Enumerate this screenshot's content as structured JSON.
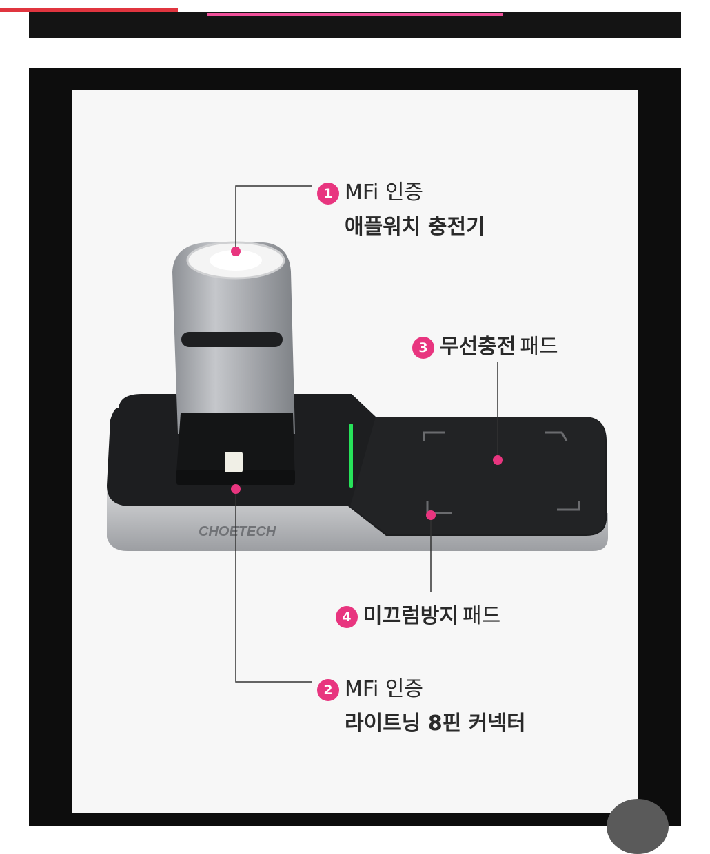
{
  "callouts": [
    {
      "num": "1",
      "line1": "MFi 인증",
      "line2": "애플워치 충전기"
    },
    {
      "num": "2",
      "line1": "MFi 인증",
      "line2": "라이트닝 8핀 커넥터"
    },
    {
      "num": "3",
      "bold": "무선충전",
      "rest": "패드"
    },
    {
      "num": "4",
      "bold": "미끄럼방지",
      "rest": "패드"
    }
  ],
  "product": {
    "brand": "CHOETECH"
  },
  "colors": {
    "accent": "#e8357f",
    "frame": "#0d0d0d",
    "led": "#27e35a"
  }
}
